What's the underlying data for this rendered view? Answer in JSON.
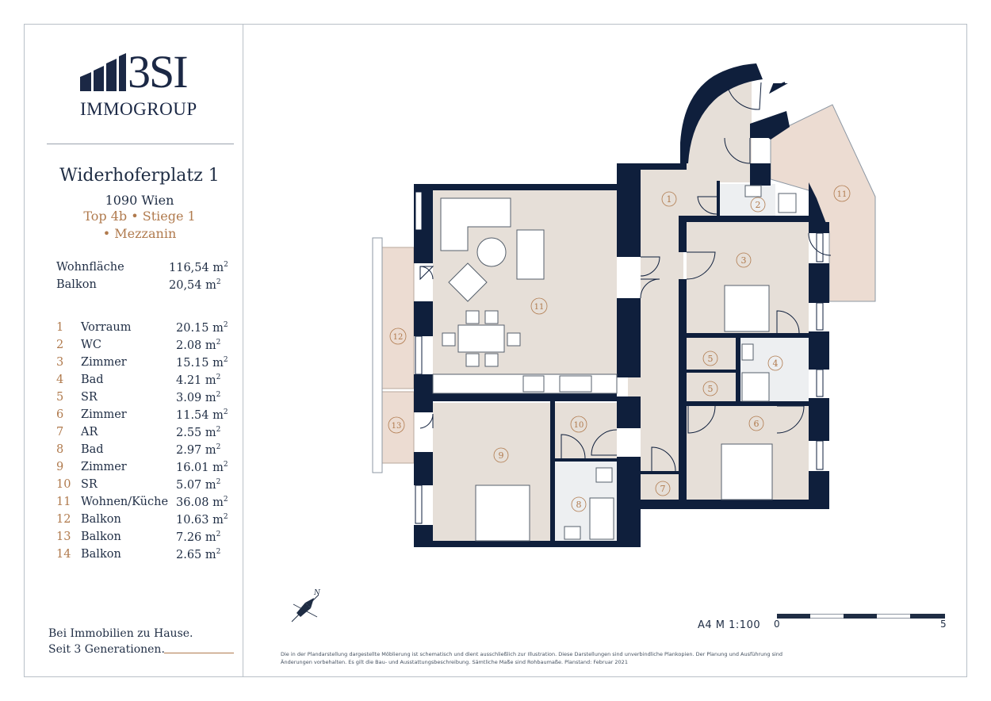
{
  "brand": {
    "logo_text": "3SI",
    "logo_sub": "IMMOGROUP"
  },
  "address": {
    "street": "Widerhoferplatz 1",
    "city": "1090 Wien",
    "top_line": "Top 4b • Stiege 1",
    "floor_line": "• Mezzanin"
  },
  "summary": {
    "living_label": "Wohnfläche",
    "living_value": "116,54 m",
    "balcony_label": "Balkon",
    "balcony_value": "20,54 m",
    "unit_sup": "2"
  },
  "rooms": [
    {
      "no": "1",
      "name": "Vorraum",
      "area": "20.15 m"
    },
    {
      "no": "2",
      "name": "WC",
      "area": "2.08 m"
    },
    {
      "no": "3",
      "name": "Zimmer",
      "area": "15.15 m"
    },
    {
      "no": "4",
      "name": "Bad",
      "area": "4.21 m"
    },
    {
      "no": "5",
      "name": "SR",
      "area": "3.09  m"
    },
    {
      "no": "6",
      "name": "Zimmer",
      "area": "11.54 m"
    },
    {
      "no": "7",
      "name": "AR",
      "area": "2.55 m"
    },
    {
      "no": "8",
      "name": "Bad",
      "area": "2.97 m"
    },
    {
      "no": "9",
      "name": "Zimmer",
      "area": "16.01 m"
    },
    {
      "no": "10",
      "name": "SR",
      "area": "5.07 m"
    },
    {
      "no": "11",
      "name": "Wohnen/Küche",
      "area": "36.08 m"
    },
    {
      "no": "12",
      "name": "Balkon",
      "area": "10.63 m"
    },
    {
      "no": "13",
      "name": "Balkon",
      "area": "7.26 m"
    },
    {
      "no": "14",
      "name": "Balkon",
      "area": "2.65 m"
    }
  ],
  "tagline": {
    "line1": "Bei Immobilien zu Hause.",
    "line2": "Seit 3 Generationen."
  },
  "plan_labels": [
    "1",
    "2",
    "3",
    "4",
    "5",
    "5",
    "6",
    "7",
    "8",
    "9",
    "10",
    "11",
    "11",
    "12",
    "13"
  ],
  "scale": {
    "label": "A4  M 1:100",
    "start": "0",
    "end": "5"
  },
  "compass_label": "N",
  "disclaimer": "Die in der Plandarstellung dargestellte Möblierung ist schematisch und dient ausschließlich zur Illustration. Diese Darstellungen sind unverbindliche Plankopien. Der Planung und Ausführung sind Änderungen vorbehalten. Es gilt die Bau- und Ausstattungsbeschreibung. Sämtliche Maße sind Rohbaumaße. Planstand: Februar 2021",
  "colors": {
    "navy": "#0f1f3c",
    "accent": "#b07a4d",
    "room_fill": "#e6dfd8",
    "tile_fill": "#edeff1",
    "balcony_fill": "#ecdcd2"
  }
}
